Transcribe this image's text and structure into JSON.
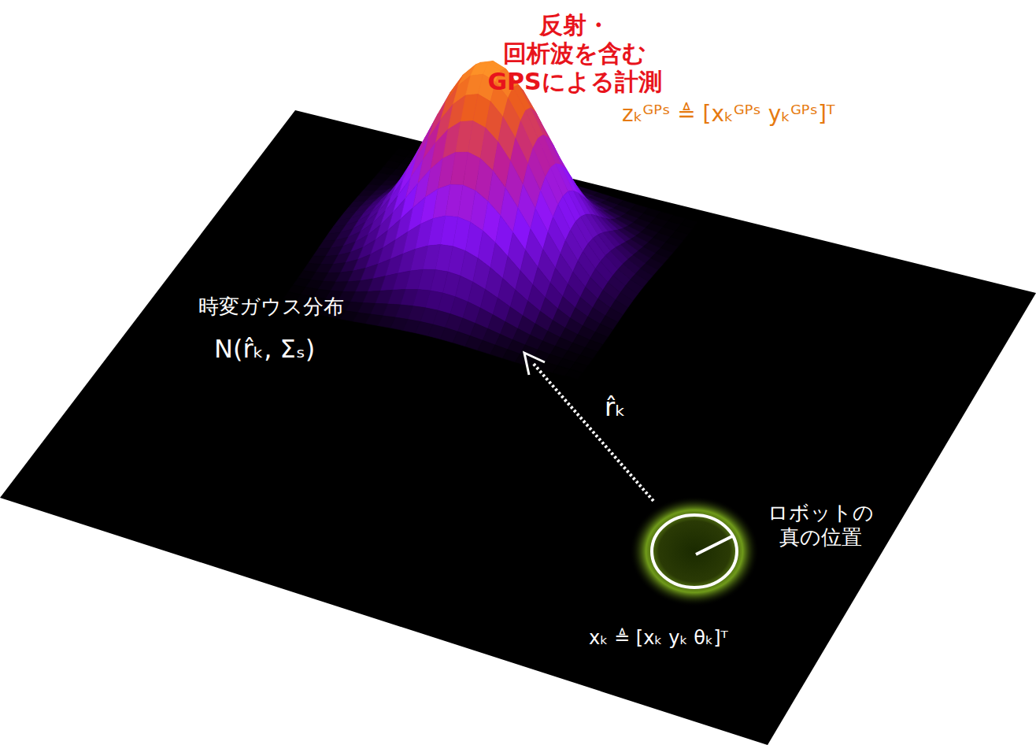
{
  "diagram": {
    "labels": [
      "反射・回析波を含む GPSによる計測",
      "zₖᴳᴾˢ ≜ [xₖᴳᴾˢ   yₖᴳᴾˢ]ᵀ",
      "時変ガウス分布",
      "N(r̂ₖ, Σₛ)",
      "r̂ₖ",
      "ロボットの 真の位置",
      "xₖ ≜ [xₖ   yₖ   θₖ]ᵀ"
    ]
  }
}
